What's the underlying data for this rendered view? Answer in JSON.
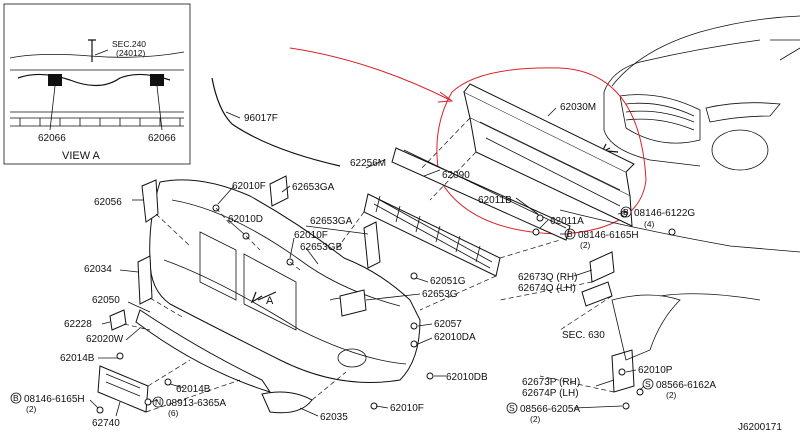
{
  "view_a": {
    "section_ref": "SEC.240",
    "section_sub": "(24012)",
    "label_left": "62066",
    "label_right": "62066",
    "title": "VIEW A"
  },
  "callouts": {
    "c96017F": "96017F",
    "c62256M": "62256M",
    "c62030M": "62030M",
    "c62090": "62090",
    "c62011B": "62011B",
    "c62011A": "62011A",
    "c08146_6122G": "08146-6122G",
    "c08146_6122G_qty": "(4)",
    "c08146_6165H": "08146-6165H",
    "c08146_6165H_qty": "(2)",
    "c62010F_top": "62010F",
    "c62653GA_top": "62653GA",
    "c62056": "62056",
    "c62010D": "62010D",
    "c62653GA_mid": "62653GA",
    "c62010F_mid": "62010F",
    "c62653GB": "62653GB",
    "c62034": "62034",
    "c62051G": "62051G",
    "c62653G": "62653G",
    "c62673Q_RH": "62673Q (RH)",
    "c62674Q_LH": "62674Q (LH)",
    "c62050": "62050",
    "c62228": "62228",
    "c62020W": "62020W",
    "c62057": "62057",
    "c62010DA": "62010DA",
    "c62014B_left": "62014B",
    "c62014B_bottom": "62014B",
    "c62010DB": "62010DB",
    "c62010P": "62010P",
    "c62673P_RH": "62673P (RH)",
    "c62674P_LH": "62674P (LH)",
    "c08566_6162A": "08566-6162A",
    "c08566_6162A_qty": "(2)",
    "c08913_6365A": "08913-6365A",
    "c08913_6365A_qty": "(6)",
    "c08146_6165H_left": "08146-6165H",
    "c08146_6165H_left_qty": "(2)",
    "c62740": "62740",
    "c62035": "62035",
    "c62010F_bottom": "62010F",
    "c08566_6205A": "08566-6205A",
    "c08566_6205A_qty": "(2)",
    "sec630": "SEC. 630",
    "arrow_a": "A",
    "diagram_code": "J6200171"
  },
  "colors": {
    "ink": "#111111",
    "annotation_red": "#d9232a",
    "background": "#ffffff"
  }
}
